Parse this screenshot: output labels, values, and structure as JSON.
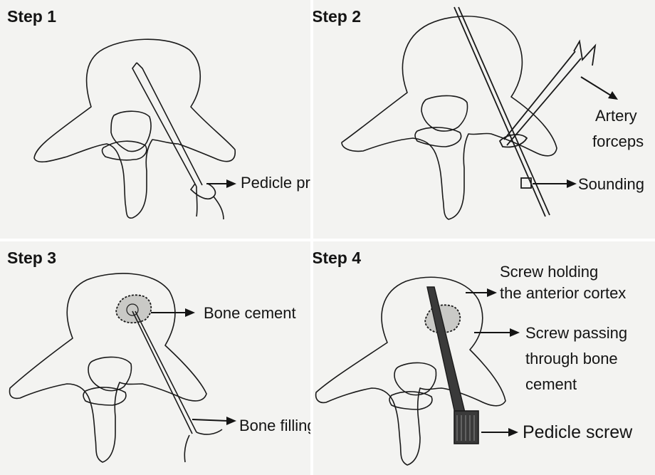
{
  "colors": {
    "paper": "#f3f3f1",
    "paper_edge": "#e4e4e2",
    "ink": "#1a1a1a",
    "cement_fill": "#c9c9c6",
    "screw_fill": "#3a3a3a"
  },
  "panels": [
    {
      "step": "Step 1",
      "labels": {
        "pedicle_probe": "Pedicle probe"
      }
    },
    {
      "step": "Step 2",
      "labels": {
        "artery_forceps_1": "Artery",
        "artery_forceps_2": "forceps",
        "sounding": "Sounding"
      }
    },
    {
      "step": "Step 3",
      "labels": {
        "bone_cement": "Bone cement",
        "bone_filling_device": "Bone filling device"
      }
    },
    {
      "step": "Step 4",
      "labels": {
        "screw_holding_1": "Screw holding",
        "screw_holding_2": "the anterior cortex",
        "screw_passing_1": "Screw passing",
        "screw_passing_2": "through bone",
        "screw_passing_3": "cement",
        "pedicle_screw": "Pedicle screw"
      }
    }
  ]
}
